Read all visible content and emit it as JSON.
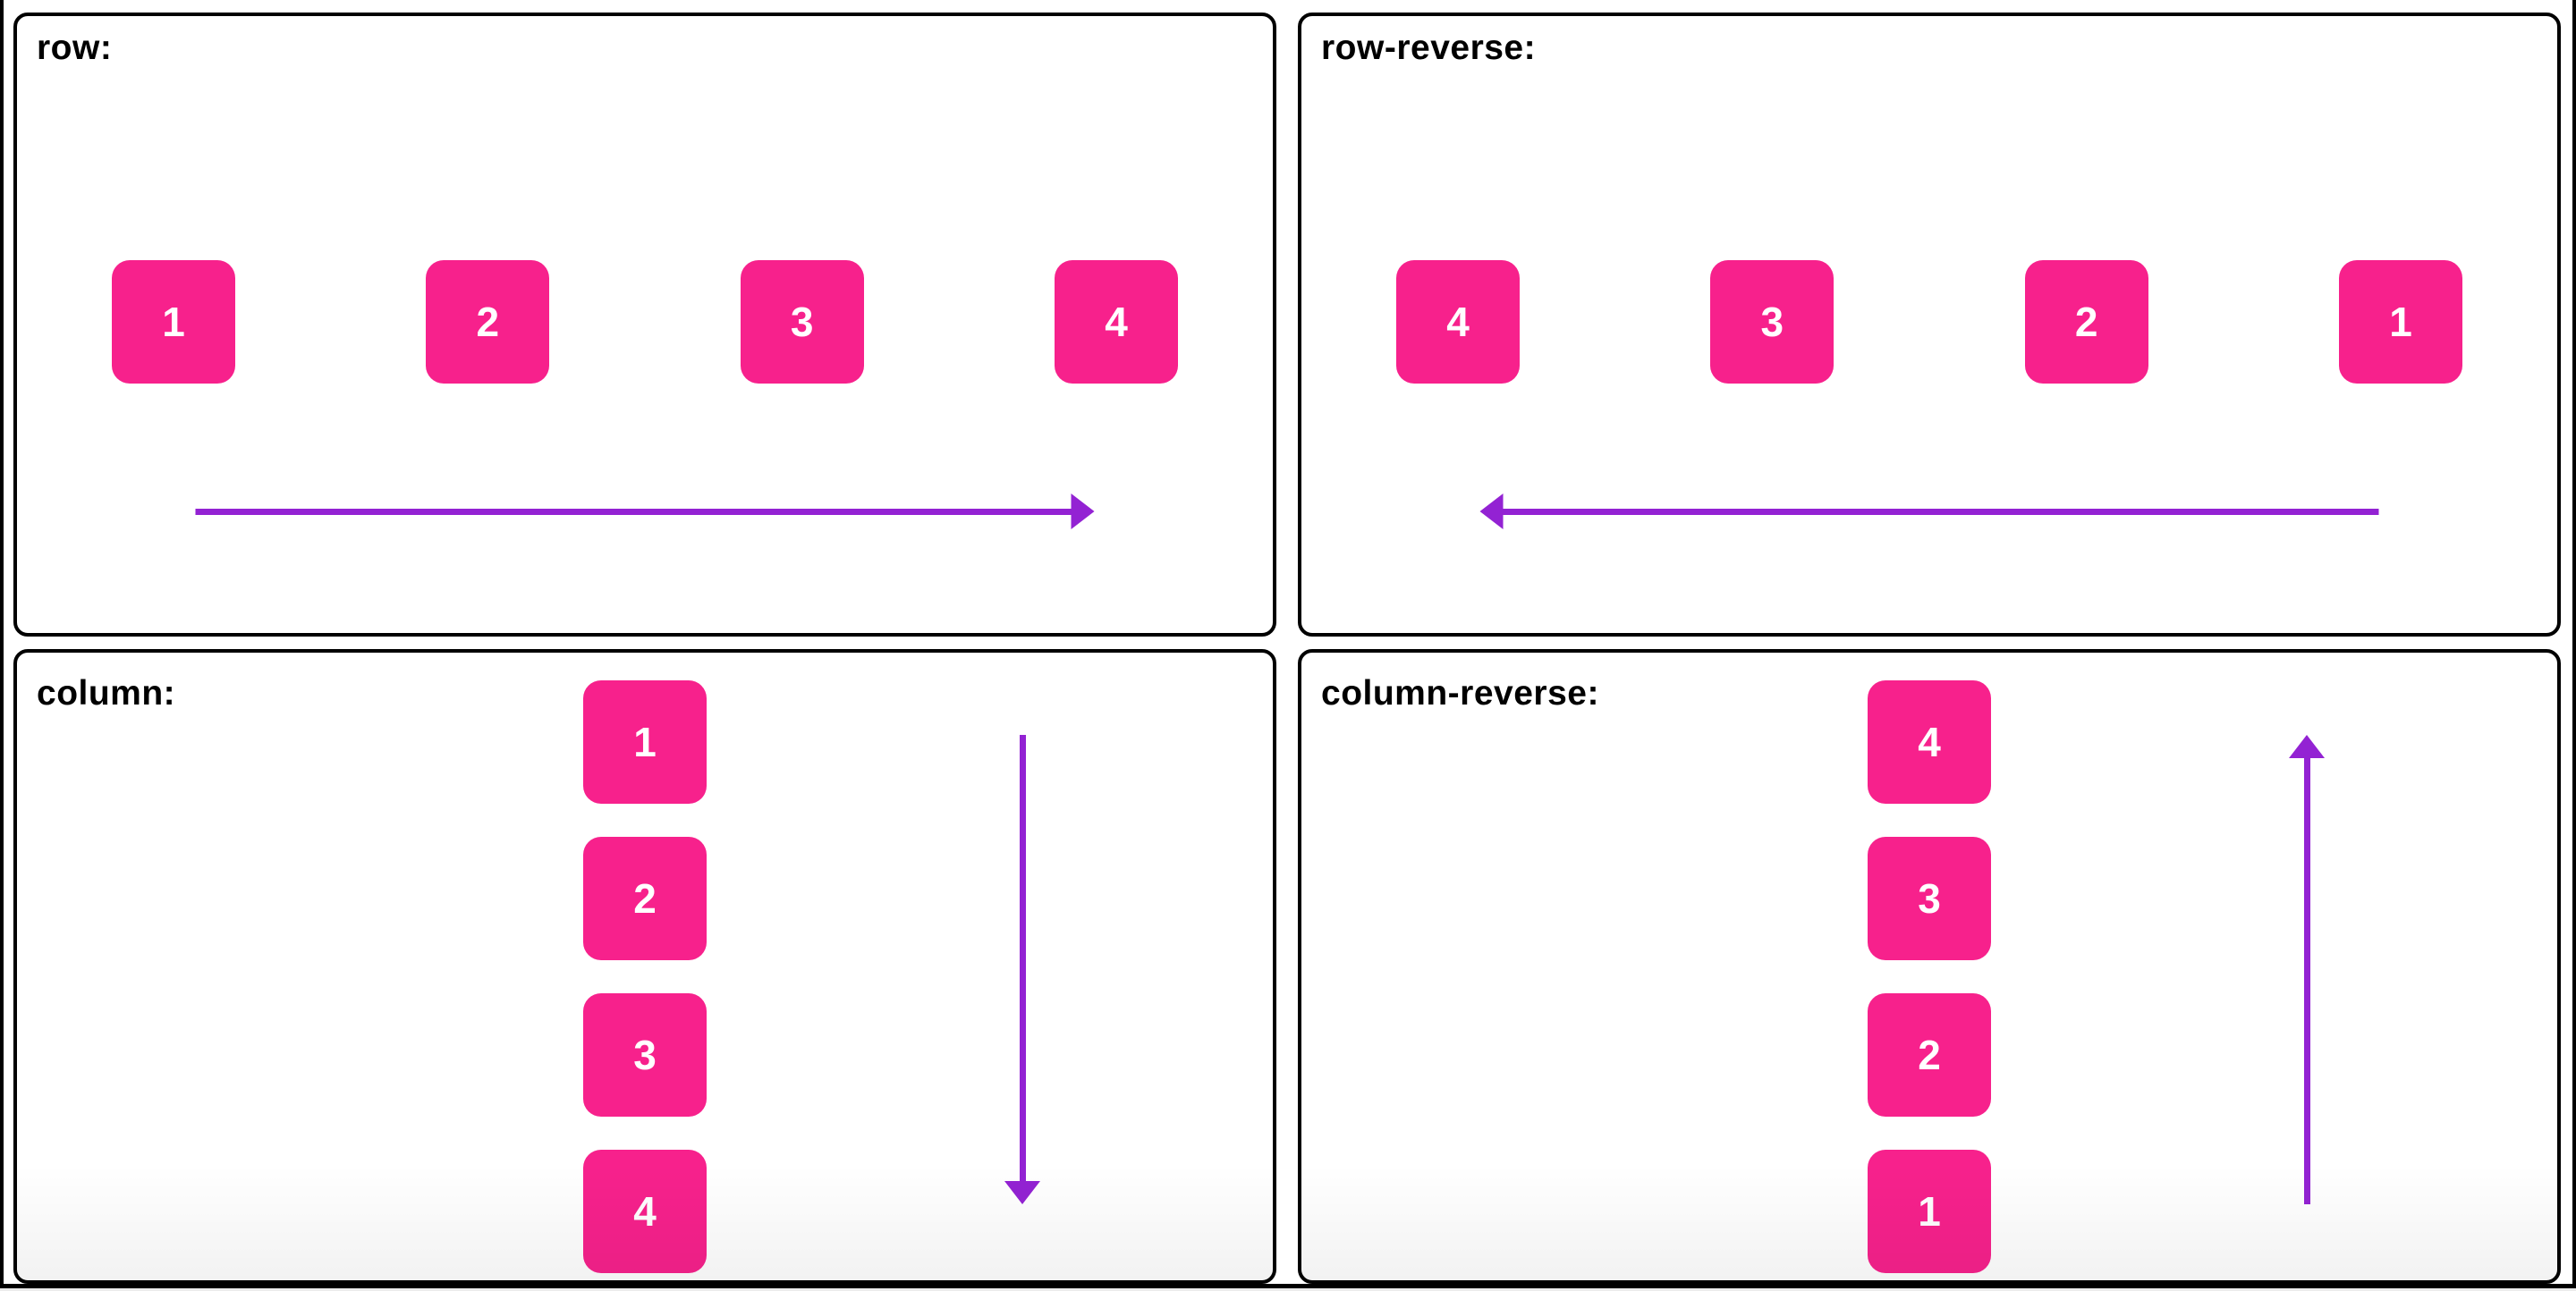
{
  "colors": {
    "item_background": "#F7218C",
    "item_text": "#FFFFFF",
    "arrow": "#9322D3",
    "panel_border": "#000000",
    "page_border": "#000000",
    "label_text": "#000000",
    "page_background": "#FFFFFF"
  },
  "panels": [
    {
      "id": "row",
      "label": "row:",
      "items": [
        "1",
        "2",
        "3",
        "4"
      ],
      "arrow_direction": "right"
    },
    {
      "id": "row-reverse",
      "label": "row-reverse:",
      "items": [
        "4",
        "3",
        "2",
        "1"
      ],
      "arrow_direction": "left"
    },
    {
      "id": "column",
      "label": "column:",
      "items": [
        "1",
        "2",
        "3",
        "4"
      ],
      "arrow_direction": "down"
    },
    {
      "id": "column-reverse",
      "label": "column-reverse:",
      "items": [
        "4",
        "3",
        "2",
        "1"
      ],
      "arrow_direction": "up"
    }
  ]
}
